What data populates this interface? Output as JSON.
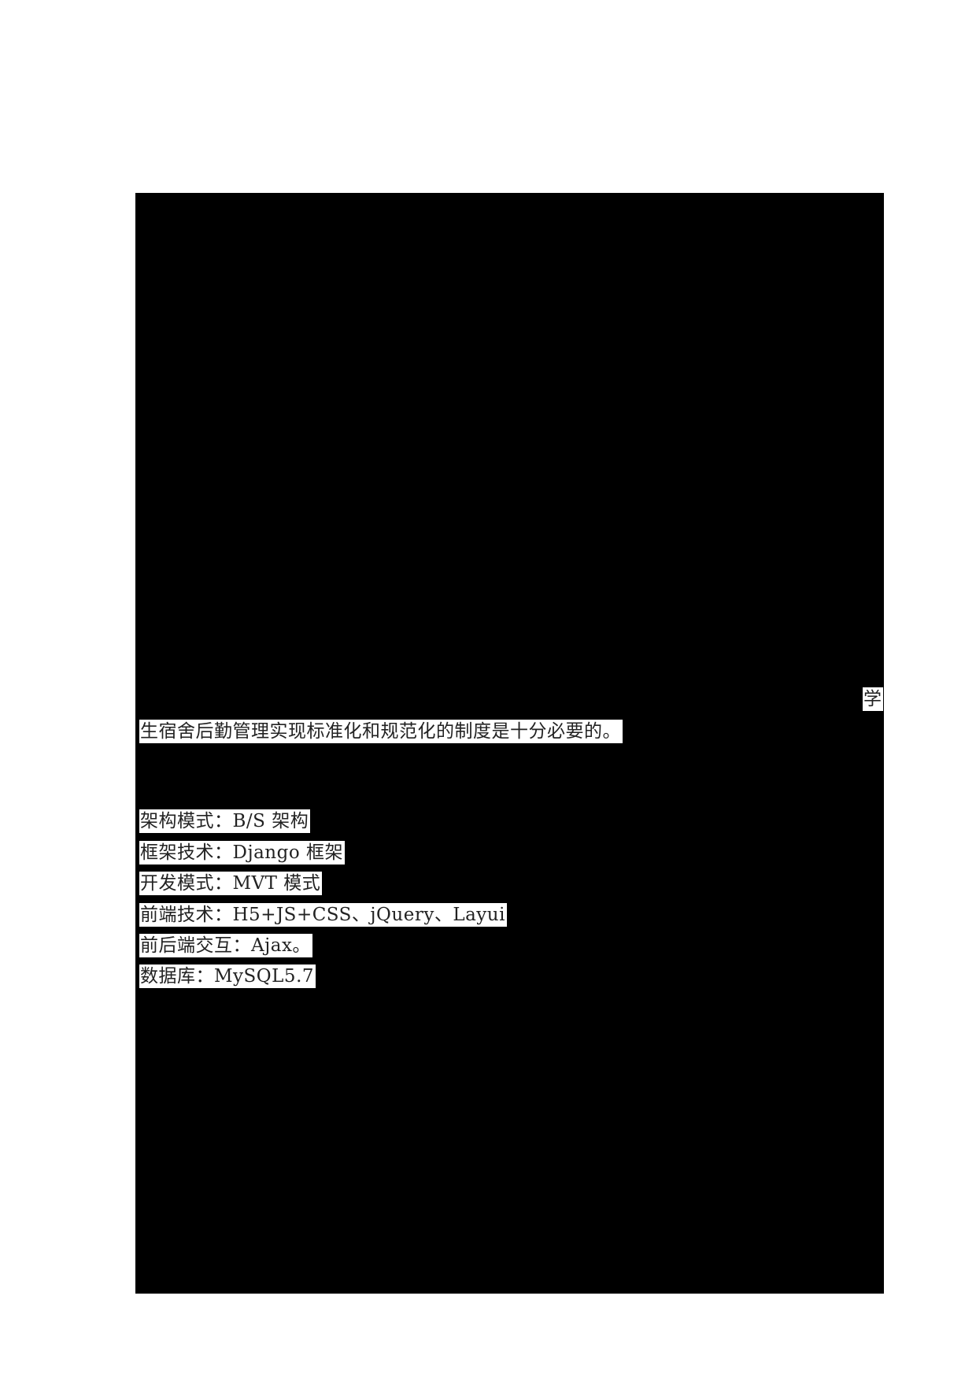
{
  "document": {
    "redacted_region": {
      "color": "#000000"
    },
    "paragraph": {
      "line_end_fragment": "学",
      "line_continuation": "生宿舍后勤管理实现标准化和规范化的制度是十分必要的。"
    },
    "tech_stack": [
      {
        "text": "架构模式：B/S 架构"
      },
      {
        "text": "框架技术：Django 框架"
      },
      {
        "text": "开发模式：MVT 模式"
      },
      {
        "text": "前端技术：H5+JS+CSS、jQuery、Layui"
      },
      {
        "text": "前后端交互：Ajax。"
      },
      {
        "text": "数据库：MySQL5.7"
      }
    ]
  }
}
